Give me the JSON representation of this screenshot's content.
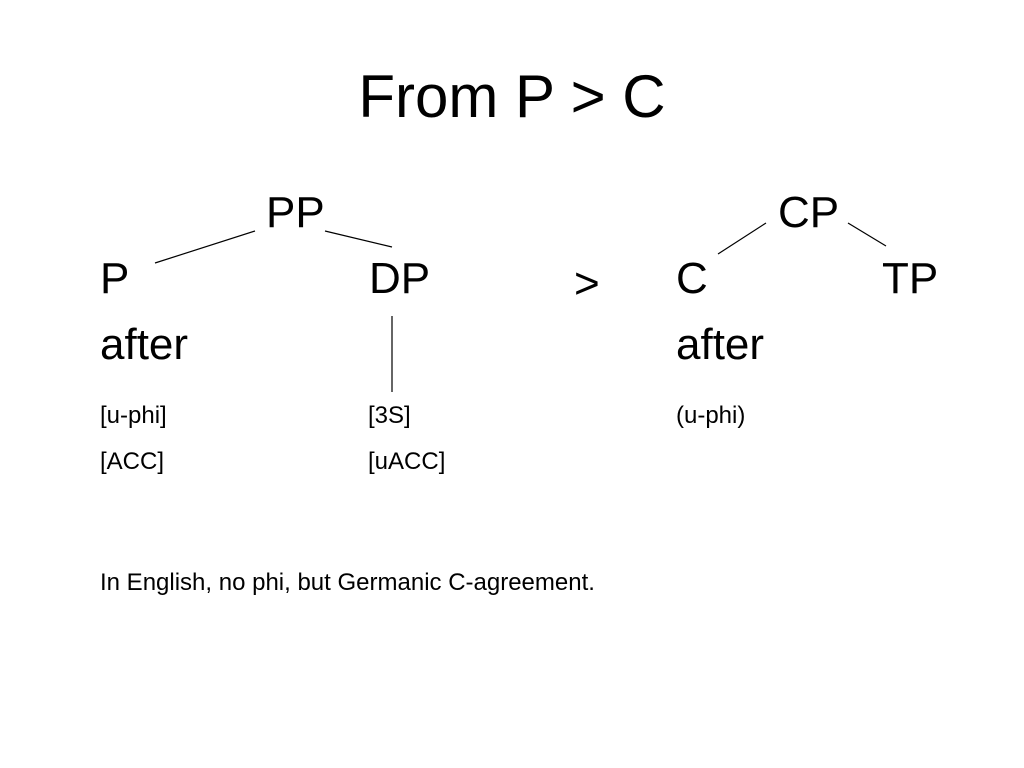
{
  "title": "From P > C",
  "left_tree": {
    "root": "PP",
    "head": "P",
    "complement": "DP",
    "head_word": "after",
    "head_features": [
      "[u-phi]",
      "[ACC]"
    ],
    "complement_features": [
      "[3S]",
      "[uACC]"
    ]
  },
  "arrow": ">",
  "right_tree": {
    "root": "CP",
    "head": "C",
    "complement": "TP",
    "head_word": "after",
    "head_features": [
      "(u-phi)"
    ]
  },
  "note": "In English, no phi, but Germanic C-agreement."
}
